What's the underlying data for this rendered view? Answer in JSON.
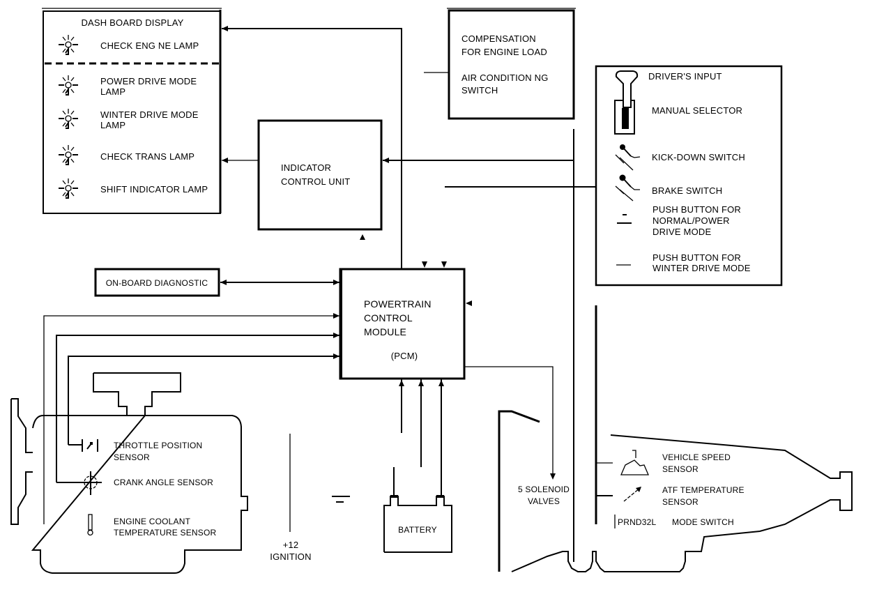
{
  "colors": {
    "line": "#000000",
    "background": "#ffffff"
  },
  "dashboard": {
    "title": "DASH BOARD DISPLAY",
    "lamps": [
      {
        "label_lines": [
          "CHECK ENG NE LAMP"
        ],
        "icon": "lamp-icon"
      },
      {
        "label_lines": [
          "POWER DRIVE MODE",
          "LAMP"
        ],
        "icon": "lamp-icon"
      },
      {
        "label_lines": [
          "WINTER DRIVE MODE",
          "LAMP"
        ],
        "icon": "lamp-icon"
      },
      {
        "label_lines": [
          "CHECK TRANS LAMP"
        ],
        "icon": "lamp-icon"
      },
      {
        "label_lines": [
          "SHIFT INDICATOR LAMP"
        ],
        "icon": "lamp-icon"
      }
    ]
  },
  "compensation": {
    "title_lines": [
      "COMPENSATION",
      "FOR ENGINE LOAD"
    ],
    "item_lines": [
      "AIR CONDITION NG",
      "SWITCH"
    ]
  },
  "drivers_input": {
    "title": "DRIVER'S INPUT",
    "items": [
      {
        "label_lines": [
          "MANUAL SELECTOR"
        ],
        "icon": "manual-selector-icon"
      },
      {
        "label_lines": [
          "KICK-DOWN SWITCH"
        ],
        "icon": "switch-icon"
      },
      {
        "label_lines": [
          "BRAKE SWITCH"
        ],
        "icon": "switch-icon"
      },
      {
        "label_lines": [
          "PUSH BUTTON FOR",
          "NORMAL/POWER",
          "DRIVE MODE"
        ],
        "icon": "push-button-icon"
      },
      {
        "label_lines": [
          "PUSH BUTTON FOR",
          "WINTER DRIVE MODE"
        ],
        "icon": "push-button-icon"
      }
    ]
  },
  "indicator_control_unit": {
    "label_lines": [
      "INDICATOR",
      "CONTROL UNIT"
    ]
  },
  "on_board_diagnostic": {
    "label": "ON-BOARD DIAGNOSTIC"
  },
  "pcm": {
    "label_lines": [
      "POWERTRAIN",
      "CONTROL",
      "MODULE"
    ],
    "abbr": "(PCM)"
  },
  "engine": {
    "sensors": [
      {
        "label_lines": [
          "THROTTLE POSITION",
          "SENSOR"
        ],
        "icon": "throttle-sensor-icon"
      },
      {
        "label_lines": [
          "CRANK ANGLE SENSOR"
        ],
        "icon": "crank-sensor-icon"
      },
      {
        "label_lines": [
          "ENGINE COOLANT",
          "TEMPERATURE SENSOR"
        ],
        "icon": "thermometer-icon"
      }
    ]
  },
  "ignition": {
    "label_lines": [
      "+12",
      "IGNITION"
    ]
  },
  "battery": {
    "label": "BATTERY"
  },
  "solenoids": {
    "label_lines": [
      "5 SOLENOID",
      "VALVES"
    ]
  },
  "transmission": {
    "sensors": [
      {
        "label_lines": [
          "VEHICLE SPEED",
          "SENSOR"
        ],
        "icon": "speed-sensor-icon"
      },
      {
        "label_lines": [
          "ATF TEMPERATURE",
          "SENSOR"
        ],
        "icon": "temperature-probe-icon"
      }
    ],
    "mode_switch": {
      "code": "PRND32L",
      "label": "MODE SWITCH"
    }
  }
}
